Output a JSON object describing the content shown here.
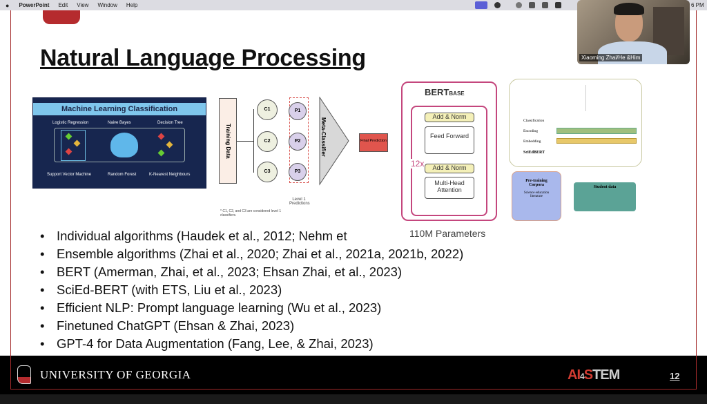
{
  "menubar": {
    "app": "PowerPoint",
    "items": [
      "Edit",
      "View",
      "Window",
      "Help"
    ],
    "clock": "6 PM"
  },
  "slide": {
    "title": "Natural Language Processing",
    "ml_image": {
      "title": "Machine Learning Classification",
      "labels": [
        "Logistic Regression",
        "Naive Bayes",
        "Decision Tree",
        "Support Vector Machine",
        "Random Forest",
        "K-Nearest Neighbours"
      ]
    },
    "ensemble": {
      "training": "Training Data",
      "classifiers": [
        "C1",
        "C2",
        "C3"
      ],
      "predictions": [
        "P1",
        "P2",
        "P3"
      ],
      "meta": "Meta-Classifier",
      "final": "Final Prediction",
      "level": "Level 1 Predictions",
      "note": "* C1, C2, and C3 are considered level 1 classifiers."
    },
    "bert": {
      "title": "BERT",
      "subscript": "BASE",
      "add_norm": "Add & Norm",
      "feed_forward": "Feed Forward",
      "attention": "Multi-Head Attention",
      "repeat": "12x",
      "params": "110M Parameters"
    },
    "scied": {
      "rows": [
        "Classification",
        "Encoding",
        "Embedding",
        "SciEdBERT"
      ],
      "pretrain_title": "Pre-training Corpora",
      "pretrain_body": "Science education literature",
      "student": "Student data"
    },
    "bullets": [
      "Individual algorithms (Haudek et al., 2012; Nehm et",
      "Ensemble algorithms (Zhai et al., 2020; Zhai et al., 2021a, 2021b, 2022)",
      "BERT (Amerman, Zhai, et al., 2023; Ehsan Zhai, et al., 2023)",
      "SciEd-BERT (with ETS, Liu et al., 2023)",
      "Efficient NLP: Prompt language learning (Wu et al., 2023)",
      "Finetuned ChatGPT (Ehsan & Zhai, 2023)",
      "GPT-4 for Data Augmentation (Fang, Lee, & Zhai, 2023)"
    ],
    "footer": {
      "university": "UNIVERSITY OF GEORGIA",
      "logo": "AI4STEM",
      "page": "12"
    }
  },
  "video": {
    "name": "Xiaoming Zhai/He &Him"
  }
}
